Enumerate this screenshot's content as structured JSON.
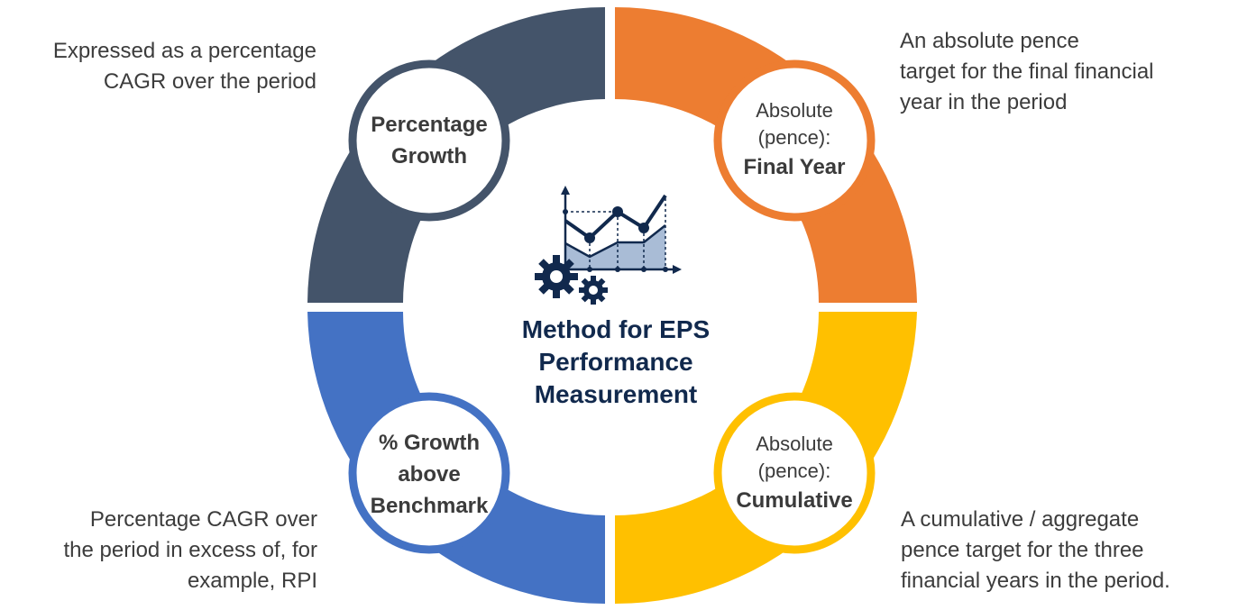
{
  "center": {
    "title_lines": [
      "Method for EPS",
      "Performance",
      "Measurement"
    ]
  },
  "quadrants": {
    "top_left": {
      "badge_bold": [
        "Percentage",
        "Growth"
      ],
      "description": [
        "Expressed as a percentage",
        "CAGR over the period"
      ],
      "color": "#44546a"
    },
    "top_right": {
      "badge_normal": [
        "Absolute",
        "(pence):"
      ],
      "badge_bold": [
        "Final Year"
      ],
      "description": [
        "An absolute pence",
        "target for the final financial",
        "year in the period"
      ],
      "color": "#ed7d31"
    },
    "bottom_left": {
      "badge_bold": [
        "% Growth",
        "above",
        "Benchmark"
      ],
      "description": [
        "Percentage CAGR over",
        "the period in excess of, for",
        "example, RPI"
      ],
      "color": "#4472c4"
    },
    "bottom_right": {
      "badge_normal": [
        "Absolute",
        "(pence):"
      ],
      "badge_bold": [
        "Cumulative"
      ],
      "description": [
        "A cumulative / aggregate",
        "pence target for the three",
        "financial years in the period."
      ],
      "color": "#ffc000"
    }
  },
  "icon_colors": {
    "navy": "#11294d",
    "fill": "#a9bcd6"
  }
}
